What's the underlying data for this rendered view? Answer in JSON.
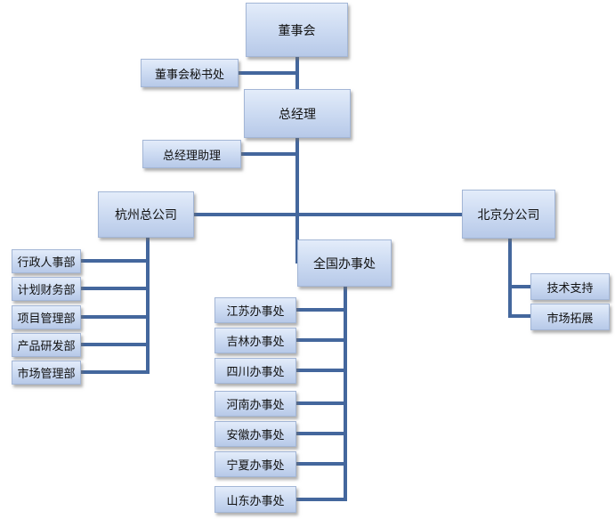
{
  "colors": {
    "line": "#44679d",
    "node_fill": "#cad9f1",
    "node_border": "#a3b6d6"
  },
  "nodes": {
    "board": "董事会",
    "board_secretary": "董事会秘书处",
    "gm": "总经理",
    "gm_assistant": "总经理助理",
    "hangzhou": "杭州总公司",
    "beijing": "北京分公司",
    "national_office": "全国办事处",
    "hangzhou_depts": [
      "行政人事部",
      "计划财务部",
      "项目管理部",
      "产品研发部",
      "市场管理部"
    ],
    "beijing_depts": [
      "技术支持",
      "市场拓展"
    ],
    "offices": [
      "江苏办事处",
      "吉林办事处",
      "四川办事处",
      "河南办事处",
      "安徽办事处",
      "宁夏办事处",
      "山东办事处"
    ]
  }
}
